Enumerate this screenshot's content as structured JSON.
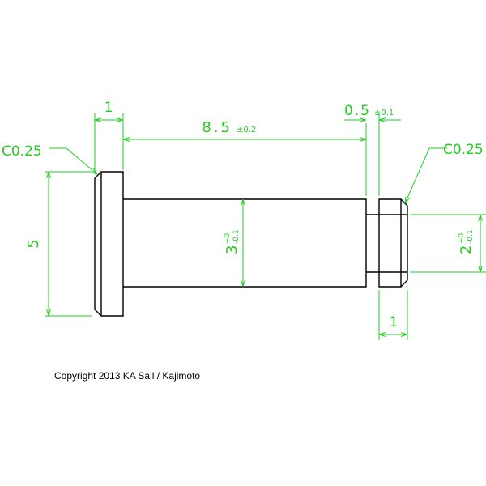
{
  "drawing": {
    "colors": {
      "outline": "#000000",
      "dimension": "#22cc22"
    },
    "dimensions": {
      "head_width": "1",
      "shaft_length": "8.5",
      "shaft_length_tol": "±0.2",
      "groove_width": "0.5",
      "groove_width_tol": "±0.1",
      "chamfer_left": "C0.25",
      "chamfer_right": "C0.25",
      "head_diameter": "5",
      "shaft_diameter": "3",
      "shaft_diameter_tol_upper": "+0",
      "shaft_diameter_tol_lower": "-0.1",
      "tip_diameter": "2",
      "tip_diameter_tol_upper": "+0",
      "tip_diameter_tol_lower": "-0.1",
      "collar_width": "1"
    }
  },
  "copyright": "Copyright 2013 KA Sail / Kajimoto"
}
